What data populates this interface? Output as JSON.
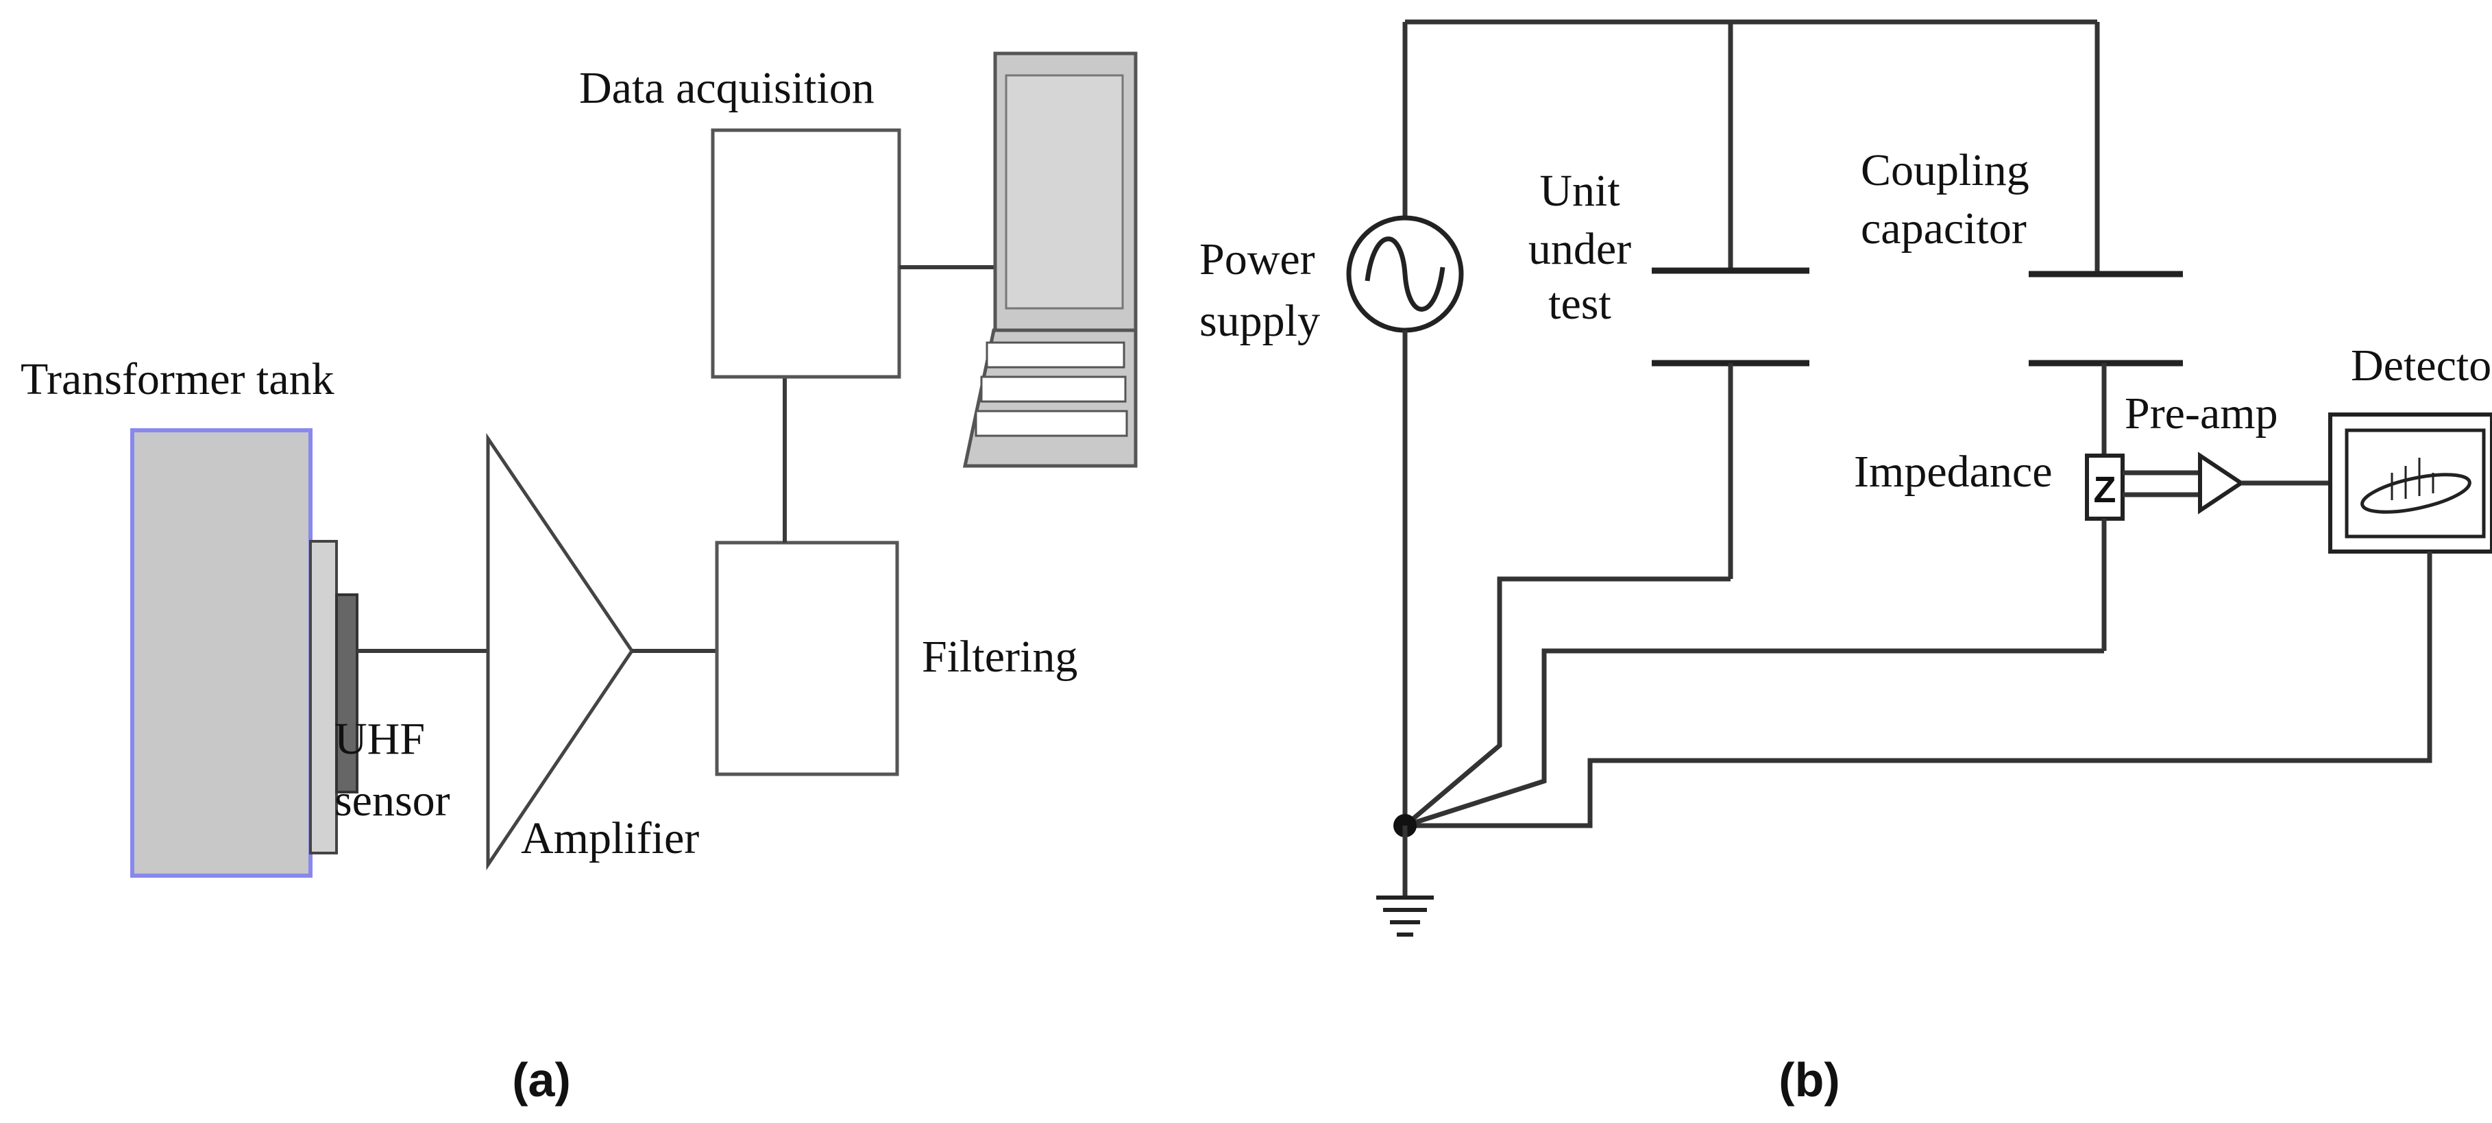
{
  "panel_a": {
    "caption": "(a)",
    "labels": {
      "transformer_tank": "Transformer tank",
      "data_acquisition": "Data acquisition",
      "uhf": "UHF",
      "sensor": "sensor",
      "amplifier": "Amplifier",
      "filtering": "Filtering"
    }
  },
  "panel_b": {
    "caption": "(b)",
    "labels": {
      "power": "Power",
      "supply": "supply",
      "unit": "Unit",
      "under": "under",
      "test": "test",
      "coupling": "Coupling",
      "capacitor": "capacitor",
      "detector": "Detector",
      "pre_amp": "Pre-amp",
      "impedance": "Impedance",
      "z": "Z"
    }
  },
  "colors": {
    "tank_fill": "#c8c8c8",
    "tank_edge": "#8888ee",
    "computer_gray": "#c9c9c9"
  },
  "icons": [
    "ac-source-icon",
    "ground-icon",
    "computer-icon",
    "amplifier-triangle-icon",
    "oscilloscope-icon"
  ]
}
